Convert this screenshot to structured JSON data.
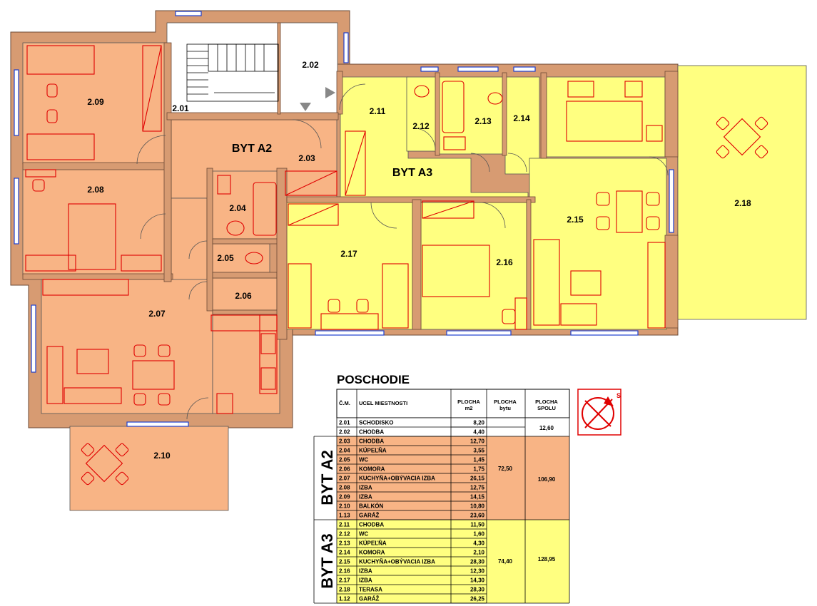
{
  "title": "POSCHODIE",
  "apartments": {
    "a2": "BYT A2",
    "a3": "BYT A3"
  },
  "rooms": {
    "r201": "2.01",
    "r202": "2.02",
    "r203": "2.03",
    "r204": "2.04",
    "r205": "2.05",
    "r206": "2.06",
    "r207": "2.07",
    "r208": "2.08",
    "r209": "2.09",
    "r210": "2.10",
    "r211": "2.11",
    "r212": "2.12",
    "r213": "2.13",
    "r214": "2.14",
    "r215": "2.15",
    "r216": "2.16",
    "r217": "2.17",
    "r218": "2.18"
  },
  "table": {
    "headers": {
      "cm": "Č.M.",
      "use": "UCEL MIESTNOSTI",
      "area1": "PLOCHA",
      "area2": "m2",
      "flat1": "PLOCHA",
      "flat2": "bytu",
      "total1": "PLOCHA",
      "total2": "SPOLU"
    },
    "common_rows": [
      {
        "no": "2.01",
        "name": "SCHODISKO",
        "area": "8,20"
      },
      {
        "no": "2.02",
        "name": "CHODBA",
        "area": "4,40"
      }
    ],
    "common_total": "12,60",
    "a2_rows": [
      {
        "no": "2.03",
        "name": "CHODBA",
        "area": "12,70"
      },
      {
        "no": "2.04",
        "name": "KÚPEĽŇA",
        "area": "3,55"
      },
      {
        "no": "2.05",
        "name": "WC",
        "area": "1,45"
      },
      {
        "no": "2.06",
        "name": "KOMORA",
        "area": "1,75"
      },
      {
        "no": "2.07",
        "name": "KUCHYŇA+OBÝVACIA IZBA",
        "area": "26,15"
      },
      {
        "no": "2.08",
        "name": "IZBA",
        "area": "12,75"
      },
      {
        "no": "2.09",
        "name": "IZBA",
        "area": "14,15"
      },
      {
        "no": "2.10",
        "name": "BALKÓN",
        "area": "10,80"
      },
      {
        "no": "1.13",
        "name": "GARÁŽ",
        "area": "23,60"
      }
    ],
    "a2_flat": "72,50",
    "a2_total": "106,90",
    "a3_rows": [
      {
        "no": "2.11",
        "name": "CHODBA",
        "area": "11,50"
      },
      {
        "no": "2.12",
        "name": "WC",
        "area": "1,60"
      },
      {
        "no": "2.13",
        "name": "KÚPEĽŇA",
        "area": "4,30"
      },
      {
        "no": "2.14",
        "name": "KOMORA",
        "area": "2,10"
      },
      {
        "no": "2.15",
        "name": "KUCHYŇA+OBÝVACIA IZBA",
        "area": "28,30"
      },
      {
        "no": "2.16",
        "name": "IZBA",
        "area": "12,30"
      },
      {
        "no": "2.17",
        "name": "IZBA",
        "area": "14,30"
      },
      {
        "no": "2.18",
        "name": "TERASA",
        "area": "28,30"
      },
      {
        "no": "1.12",
        "name": "GARÁŽ",
        "area": "26,25"
      }
    ],
    "a3_flat": "74,40",
    "a3_total": "128,95"
  },
  "north_label": "S",
  "colors": {
    "apartment_a2": "#f8b485",
    "apartment_a3": "#ffff80",
    "walls": "#d79b72",
    "furniture": "#e00000",
    "windows": "#1d3fd0"
  }
}
